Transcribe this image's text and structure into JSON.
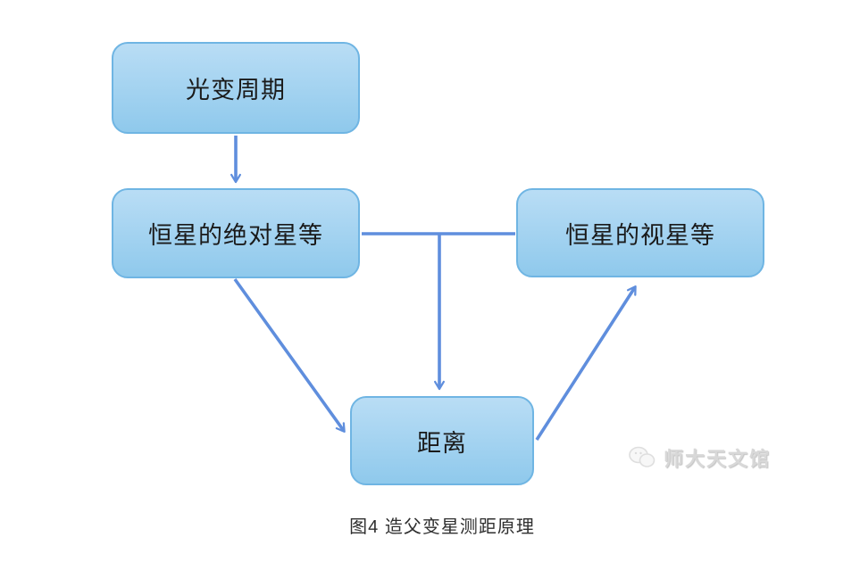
{
  "diagram": {
    "nodes": [
      {
        "id": "period",
        "label": "光变周期"
      },
      {
        "id": "absolute",
        "label": "恒星的绝对星等"
      },
      {
        "id": "apparent",
        "label": "恒星的视星等"
      },
      {
        "id": "distance",
        "label": "距离"
      }
    ],
    "caption": "图4 造父变星测距原理",
    "watermark": "师大天文馆",
    "colors": {
      "node_fill_top": "#b9ddf5",
      "node_fill_bottom": "#8fc9ec",
      "node_border": "#6fb5e3",
      "arrow_color": "#5f8edd",
      "caption_color": "#2f2f2f",
      "watermark_color": "#d8d8d8",
      "canvas_bg": "#ffffff"
    }
  }
}
